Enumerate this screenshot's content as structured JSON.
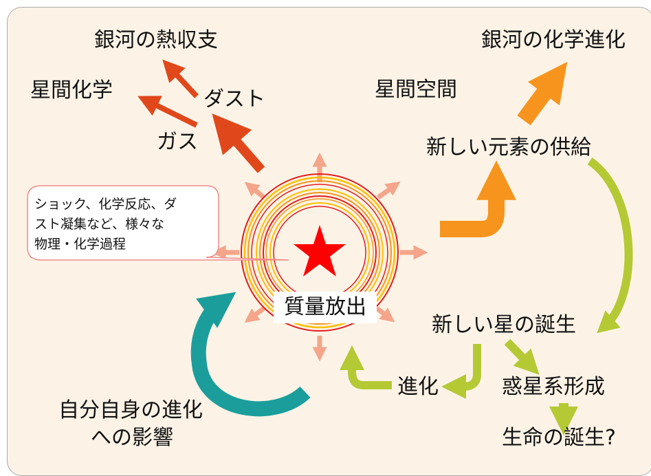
{
  "center": {
    "label": "質量放出"
  },
  "bubble": {
    "lines": [
      "ショック、化学反応、ダ",
      "スト凝集など、様々な",
      "物理・化学過程"
    ]
  },
  "labels": {
    "galaxy_heat_balance": "銀河の熱収支",
    "interstellar_chemistry": "星間化学",
    "dust": "ダスト",
    "gas": "ガス",
    "galaxy_chemical_evolution": "銀河の化学進化",
    "interstellar_space": "星間空間",
    "new_elements_supply": "新しい元素の供給",
    "new_star_birth": "新しい星の誕生",
    "evolution": "進化",
    "planetary_system_formation": "惑星系形成",
    "birth_of_life": "生命の誕生?",
    "self_evolution_impact": [
      "自分自身の進化",
      "への影響"
    ]
  },
  "colors": {
    "background": "#fcf3e6",
    "red_orange_arrows": "#e0481c",
    "orange_arrows": "#f7941d",
    "yellow_green_arrows": "#b5c934",
    "teal_arrow": "#1b9e9b",
    "star": "#ff0000",
    "rings": [
      "#e31a1c",
      "#ffbf00",
      "#f7941d"
    ]
  }
}
